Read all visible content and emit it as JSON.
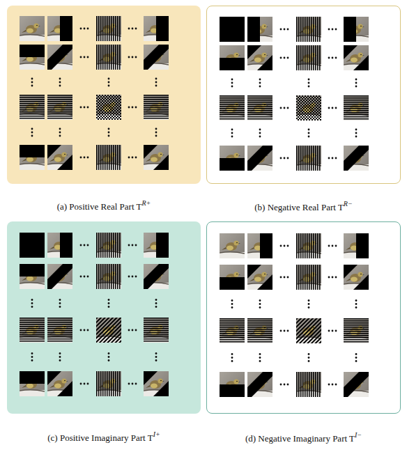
{
  "diagram": {
    "nodes": [
      {
        "text": [
          "(a) Positive Real Part T",
          "R+"
        ]
      },
      {
        "text": [
          "(b) Negative Real Part T",
          "R−"
        ]
      },
      {
        "text": [
          "(c) Positive Imaginary Part T",
          "I+"
        ]
      },
      {
        "text": [
          "(d) Negative Imaginary Part T",
          "I−"
        ]
      }
    ]
  }
}
